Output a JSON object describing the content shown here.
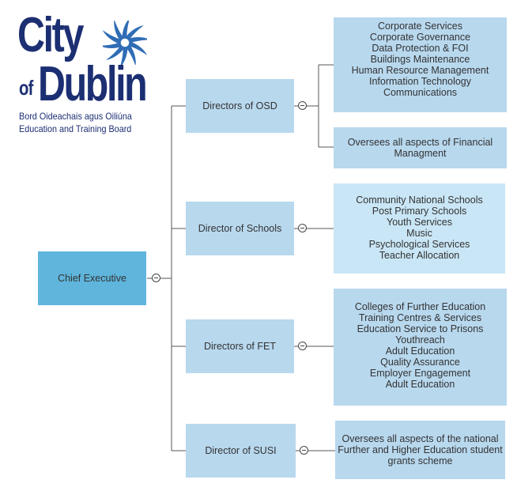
{
  "logo": {
    "line1": "City",
    "line2_prefix": "of",
    "line2": "Dublin",
    "line3": "Bord Oideachais agus Oiliúna",
    "line4": "Education and Training Board",
    "swirl_color": "#2f6db5",
    "text_color": "#1c2f73"
  },
  "chart": {
    "root": {
      "label": "Chief Executive",
      "color": "#5fb5dc"
    },
    "directors": [
      {
        "label": "Directors of OSD",
        "children": [
          {
            "lines": [
              "Corporate Services",
              "Corporate Governance",
              "Data Protection & FOI",
              "Buildings Maintenance",
              "Human Resource Management",
              "Information Technology",
              "Communications"
            ]
          },
          {
            "lines": [
              "Oversees all aspects of Financial",
              "Managment"
            ]
          }
        ]
      },
      {
        "label": "Director of Schools",
        "children": [
          {
            "lines": [
              "Community National Schools",
              "Post Primary Schools",
              "Youth Services",
              "Music",
              "Psychological Services",
              "Teacher Allocation"
            ]
          }
        ]
      },
      {
        "label": "Directors of FET",
        "children": [
          {
            "lines": [
              "Colleges of Further Education",
              "Training Centres & Services",
              "Education Service to Prisons",
              "Youthreach",
              "Adult Education",
              "Quality Assurance",
              "Employer Engagement",
              "Adult Education"
            ]
          }
        ]
      },
      {
        "label": "Director of SUSI",
        "children": [
          {
            "lines": [
              "Oversees all aspects of the national",
              "Further and Higher Education student",
              "grants scheme"
            ]
          }
        ]
      }
    ],
    "colors": {
      "director_box": "#b8d8ee",
      "detail_box": "#b8d8ee",
      "detail_box_light": "#c9e6f6",
      "connector_line": "#555555"
    }
  }
}
